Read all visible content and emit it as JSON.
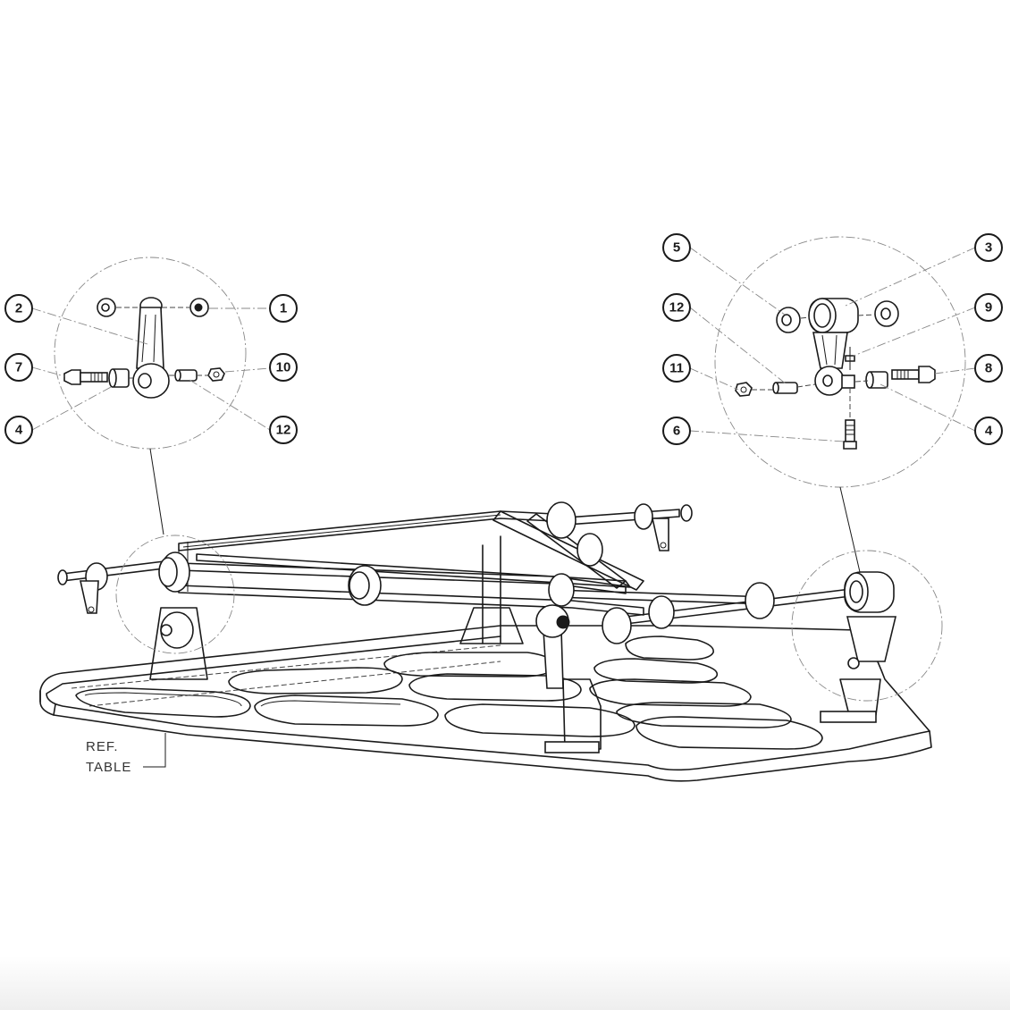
{
  "callouts": {
    "left": [
      {
        "id": "c1",
        "number": "1"
      },
      {
        "id": "c2",
        "number": "2"
      },
      {
        "id": "c7",
        "number": "7"
      },
      {
        "id": "c10",
        "number": "10"
      },
      {
        "id": "c4",
        "number": "4"
      },
      {
        "id": "c12",
        "number": "12"
      }
    ],
    "right": [
      {
        "id": "c5",
        "number": "5"
      },
      {
        "id": "c3",
        "number": "3"
      },
      {
        "id": "c12",
        "number": "12"
      },
      {
        "id": "c9",
        "number": "9"
      },
      {
        "id": "c11",
        "number": "11"
      },
      {
        "id": "c8",
        "number": "8"
      },
      {
        "id": "c6",
        "number": "6"
      },
      {
        "id": "c4",
        "number": "4"
      }
    ]
  },
  "reference_label": {
    "line1": "REF.",
    "line2": "TABLE"
  },
  "colors": {
    "line": "#1a1a1a",
    "background": "#ffffff"
  }
}
